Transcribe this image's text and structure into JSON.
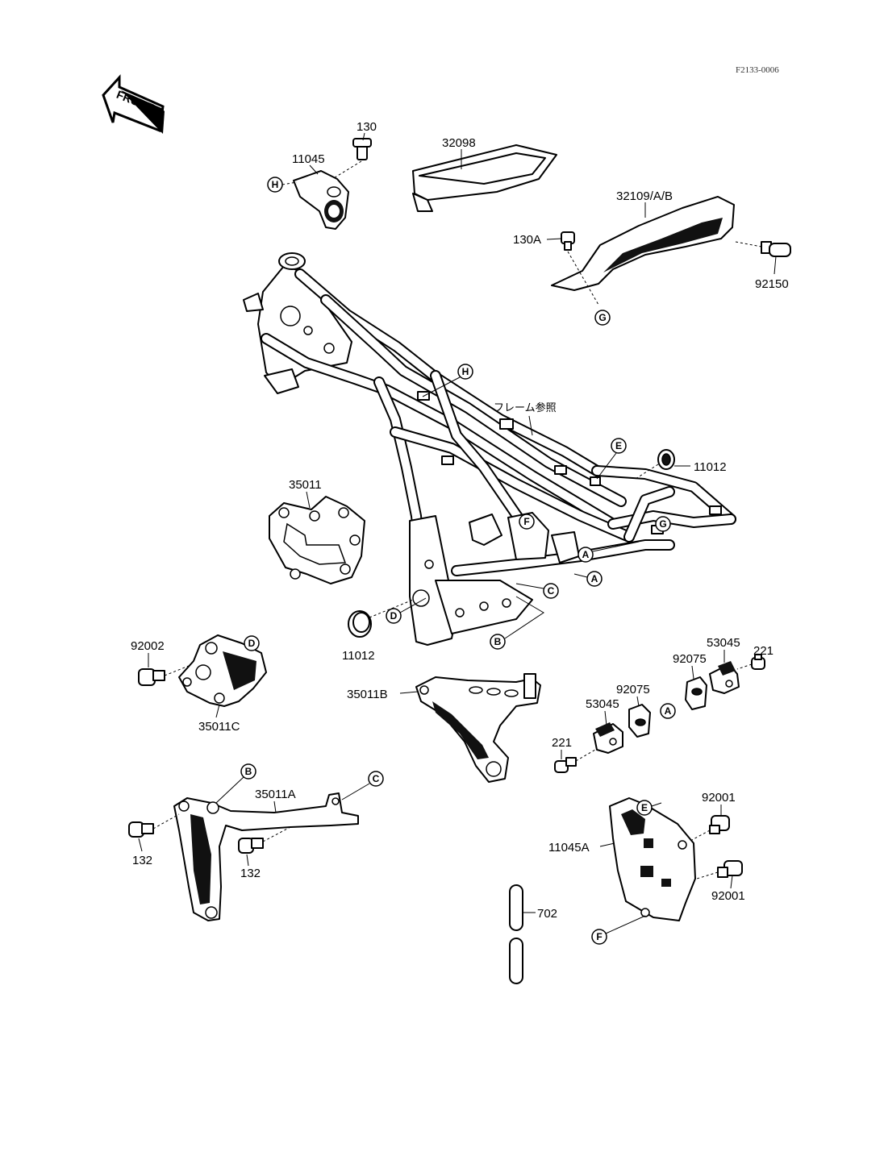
{
  "reference_code": "F2133-0006",
  "front_label": "FRONT",
  "frame_note": "フレーム参照",
  "part_numbers": {
    "p130": "130",
    "p11045": "11045",
    "p32098": "32098",
    "p32109": "32109/A/B",
    "p130A": "130A",
    "p92150": "92150",
    "p11012_right": "11012",
    "p11012_left": "11012",
    "p35011": "35011",
    "p92002": "92002",
    "p35011C": "35011C",
    "p35011B": "35011B",
    "p35011A": "35011A",
    "p132_left": "132",
    "p132_mid": "132",
    "p221_top": "221",
    "p53045_top": "53045",
    "p92075_top": "92075",
    "p92075_mid": "92075",
    "p53045_mid": "53045",
    "p221_bottom": "221",
    "p92001_top": "92001",
    "p11045A": "11045A",
    "p92001_bottom": "92001",
    "p702": "702"
  },
  "callouts": {
    "H_top": "H",
    "G_top": "G",
    "H_frame": "H",
    "E_frame": "E",
    "F_frame": "F",
    "G_frame": "G",
    "A_frame1": "A",
    "A_frame2": "A",
    "C_frame": "C",
    "D_frame": "D",
    "B_frame": "B",
    "D_left": "D",
    "A_right": "A",
    "B_lower": "B",
    "C_lower": "C",
    "E_lower": "E",
    "F_lower": "F"
  }
}
